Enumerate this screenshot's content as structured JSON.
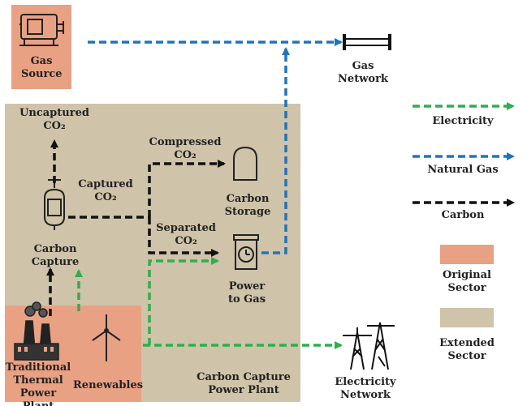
{
  "colors": {
    "original_sector": "#E9A183",
    "extended_sector": "#CFC3A9",
    "electricity": "#2FAE4E",
    "natural_gas": "#1F73C2",
    "carbon": "#111111"
  },
  "nodes": {
    "gas_source": "Gas\nSource",
    "gas_network": "Gas\nNetwork",
    "uncaptured_co2": "Uncaptured\nCO₂",
    "compressed_co2": "Compressed\nCO₂",
    "captured_co2": "Captured\nCO₂",
    "carbon_storage": "Carbon\nStorage",
    "separated_co2": "Separated\nCO₂",
    "carbon_capture": "Carbon\nCapture",
    "power_to_gas": "Power\nto Gas",
    "traditional_plant": "Traditional\nThermal\nPower Plant",
    "renewables": "Renewables",
    "ccpp": "Carbon Capture\nPower Plant",
    "electricity_network": "Electricity\nNetwork"
  },
  "legend": {
    "electricity": "Electricity",
    "natural_gas": "Natural Gas",
    "carbon": "Carbon",
    "original_sector": "Original\nSector",
    "extended_sector": "Extended\nSector"
  },
  "icons": {
    "gas_source": "generator-icon",
    "gas_network": "pipeline-icon",
    "carbon_storage": "storage-tank-icon",
    "carbon_capture": "capture-vessel-icon",
    "power_to_gas": "power-to-gas-icon",
    "traditional_plant": "power-plant-icon",
    "renewables": "wind-turbine-icon",
    "electricity_network": "transmission-tower-icon"
  }
}
